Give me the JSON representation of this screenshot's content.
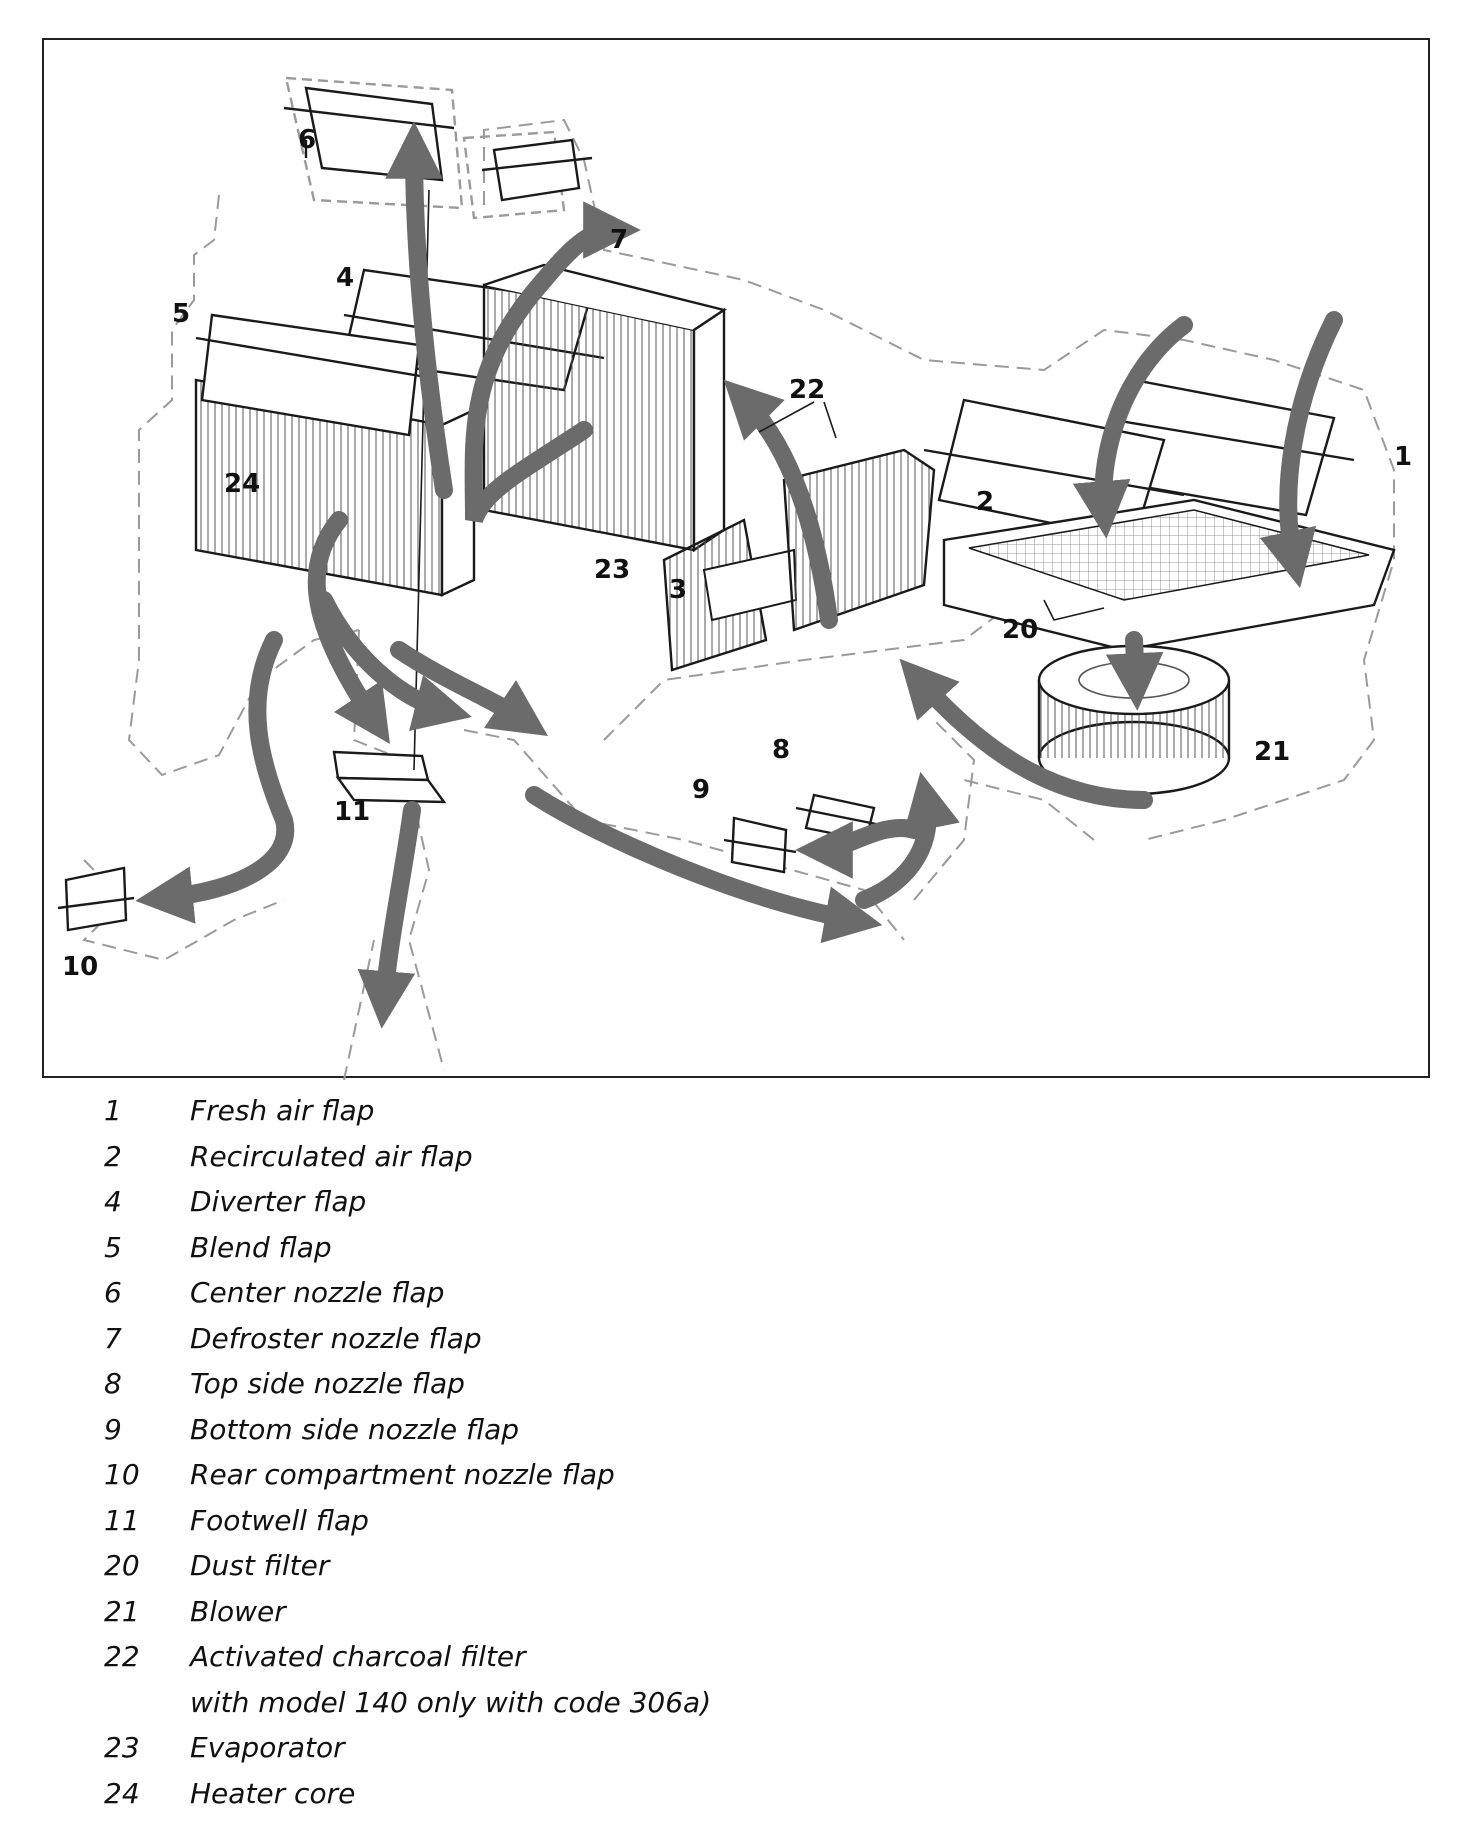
{
  "figure": {
    "callouts": {
      "n1": "1",
      "n2": "2",
      "n3": "3",
      "n4": "4",
      "n5": "5",
      "n6": "6",
      "n7": "7",
      "n8": "8",
      "n9": "9",
      "n10": "10",
      "n11": "11",
      "n20": "20",
      "n21": "21",
      "n22": "22",
      "n23": "23",
      "n24": "24"
    },
    "colors": {
      "airflow_arrow": "#6b6b6b",
      "outline": "#1a1a1a",
      "housing": "#9a9a9a"
    }
  },
  "legend": {
    "items": [
      {
        "number": "1",
        "label": "Fresh air flap"
      },
      {
        "number": "2",
        "label": "Recirculated air flap"
      },
      {
        "number": "4",
        "label": "Diverter flap"
      },
      {
        "number": "5",
        "label": "Blend flap"
      },
      {
        "number": "6",
        "label": "Center nozzle flap"
      },
      {
        "number": "7",
        "label": "Defroster nozzle flap"
      },
      {
        "number": "8",
        "label": "Top side nozzle flap"
      },
      {
        "number": "9",
        "label": "Bottom side nozzle flap"
      },
      {
        "number": "10",
        "label": "Rear compartment nozzle flap"
      },
      {
        "number": "11",
        "label": "Footwell flap"
      },
      {
        "number": "20",
        "label": "Dust filter"
      },
      {
        "number": "21",
        "label": "Blower"
      },
      {
        "number": "22",
        "label": "Activated charcoal filter"
      },
      {
        "number": "",
        "label": "with model 140 only with code 306a)"
      },
      {
        "number": "23",
        "label": "Evaporator"
      },
      {
        "number": "24",
        "label": "Heater core"
      }
    ]
  }
}
